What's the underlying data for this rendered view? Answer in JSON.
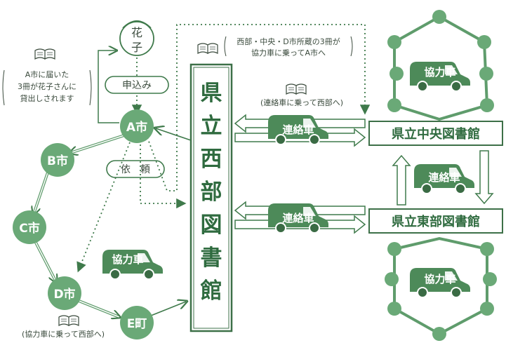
{
  "colors": {
    "green_dark": "#3f7a4b",
    "green_mid": "#5f9c6c",
    "green_light": "#9bc7a3",
    "node_fill": "#6aa977",
    "text_dark": "#3a4a3c",
    "box_stroke": "#3d7048",
    "white": "#ffffff"
  },
  "icons": {
    "book": "open-book-icon",
    "van": "delivery-van-icon"
  },
  "person": {
    "line1": "花",
    "line2": "子"
  },
  "notes": {
    "left_books": {
      "line1": "A市に届いた",
      "line2": "3冊が花子さんに",
      "line3": "貸出しされます"
    },
    "top_route": {
      "line1": "西部・中央・D市所蔵の3冊が",
      "line2": "協力車に乗ってA市へ"
    },
    "liaison_note": "(連絡車に乗って西部へ)",
    "bottom_note": "(協力車に乗って西部へ)"
  },
  "flows": {
    "apply": "申込み",
    "request": "依　頼"
  },
  "libraries": {
    "west": [
      "県",
      "立",
      "西",
      "部",
      "図",
      "書",
      "館"
    ],
    "central": "県立中央図書館",
    "east": "県立東部図書館"
  },
  "cities": {
    "a": "A市",
    "b": "B市",
    "c": "C市",
    "d": "D市",
    "e": "E町"
  },
  "vehicles": {
    "liaison": "連絡車",
    "cooperation": "協力車"
  }
}
